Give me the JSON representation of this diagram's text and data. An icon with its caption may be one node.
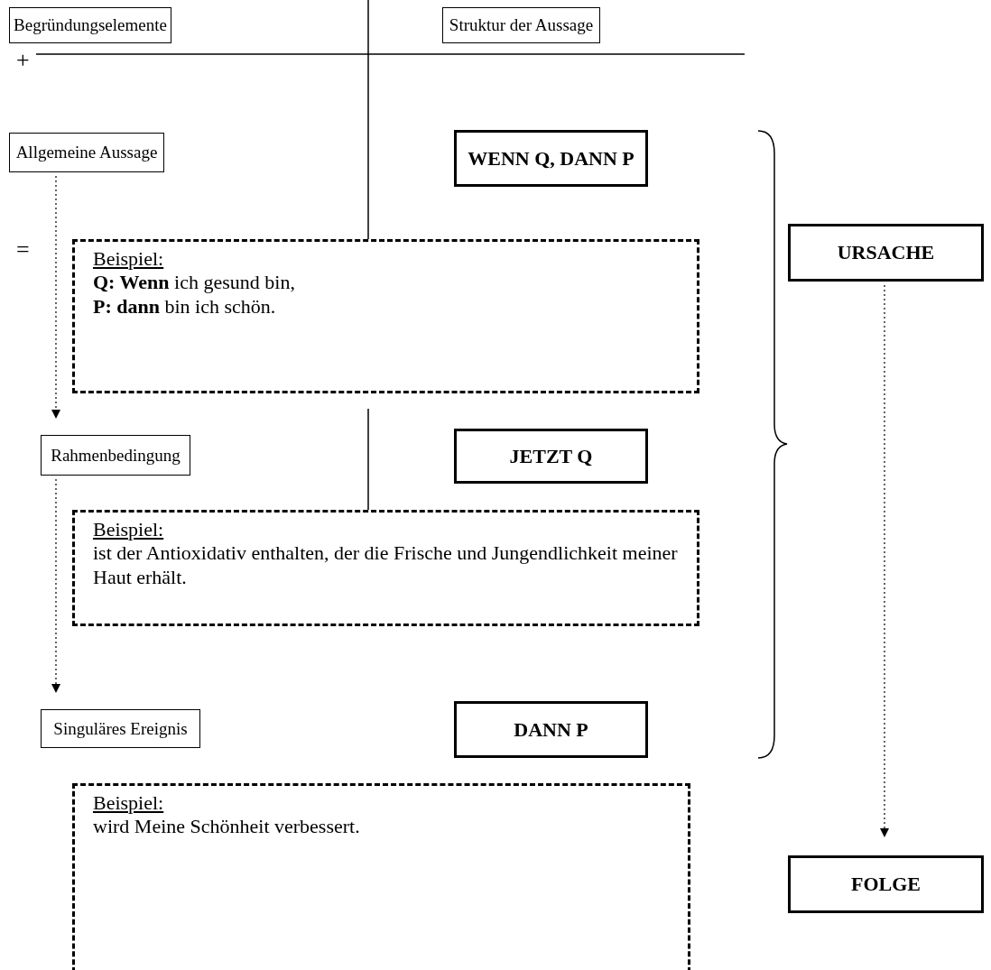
{
  "diagram": {
    "nodes": [
      {
        "text": [
          "Begründungselemente"
        ]
      },
      {
        "text": [
          "Struktur der Aussage"
        ]
      },
      {
        "text": [
          "Allgemeine Aussage"
        ]
      },
      {
        "text": [
          "WENN Q, DANN P"
        ]
      },
      {
        "text": [
          "Beispiel:",
          "**Q: Wenn** ich gesund bin,",
          "**P: dann** bin ich schön."
        ]
      },
      {
        "text": [
          "URSACHE"
        ]
      },
      {
        "text": [
          "Rahmenbedingung"
        ]
      },
      {
        "text": [
          "JETZT Q"
        ]
      },
      {
        "text": [
          "Beispiel:",
          "ist der Antioxidativ enthalten, der die Frische und Jungendlichkeit meiner Haut erhält."
        ]
      },
      {
        "text": [
          "Singuläres Ereignis"
        ]
      },
      {
        "text": [
          "DANN P"
        ]
      },
      {
        "text": [
          "Beispiel:",
          "wird Meine Schönheit verbessert."
        ]
      },
      {
        "text": [
          "FOLGE"
        ]
      }
    ],
    "edges": [
      {
        "from": 2,
        "to": 6,
        "arrow": "to",
        "style": "dashed"
      },
      {
        "from": 6,
        "to": 9,
        "arrow": "to",
        "style": "dashed"
      },
      {
        "from": 5,
        "to": 12,
        "arrow": "to",
        "style": "dashed"
      }
    ],
    "labels": [
      "+",
      "="
    ]
  }
}
